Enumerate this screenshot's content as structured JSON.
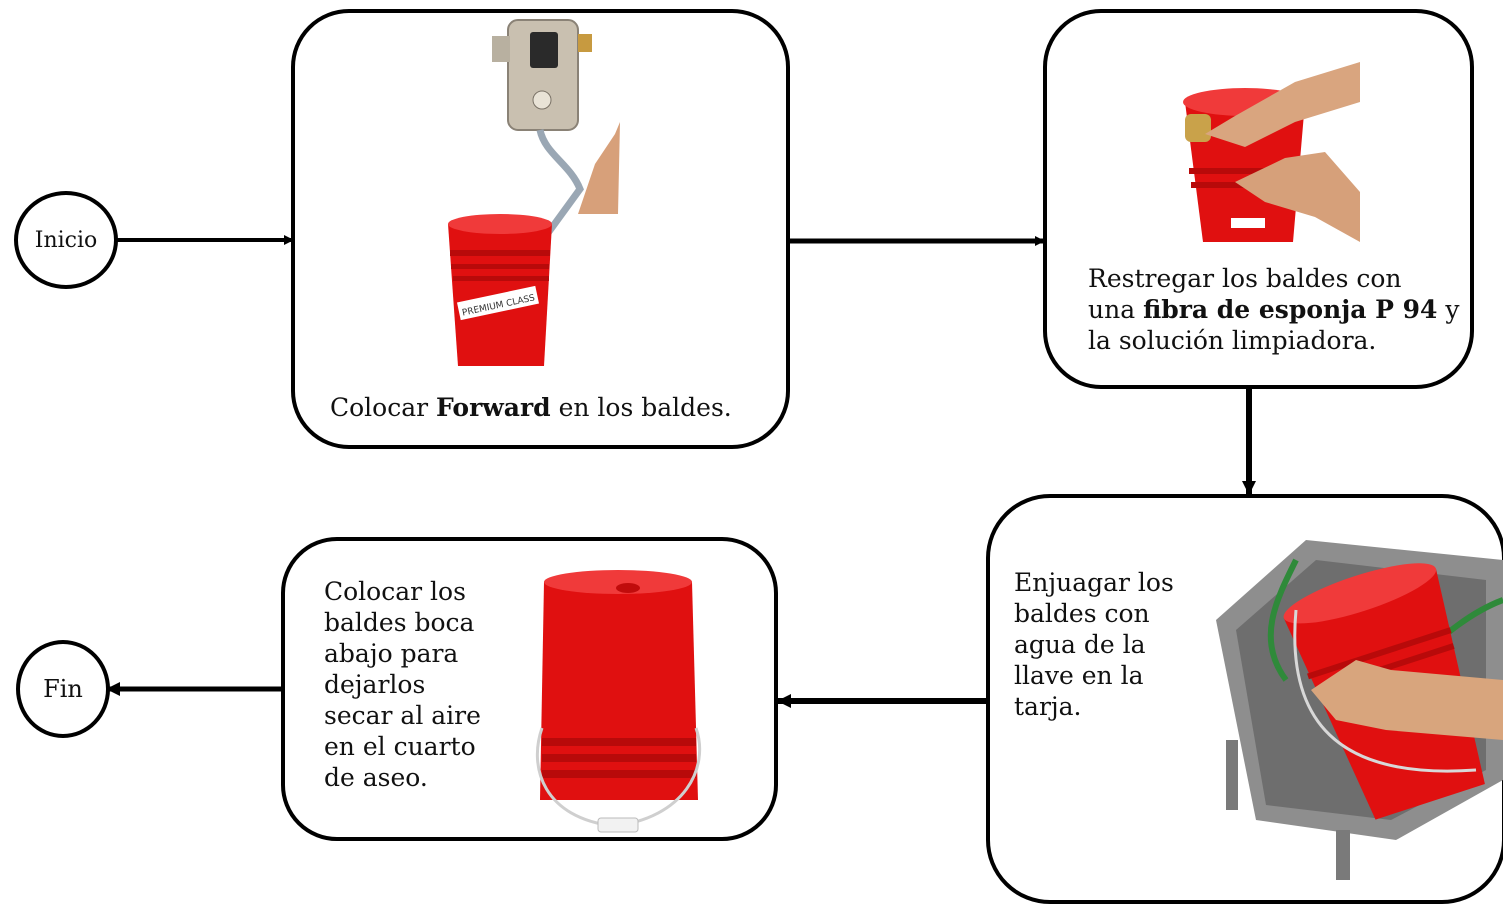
{
  "start": {
    "label": "Inicio"
  },
  "end": {
    "label": "Fin"
  },
  "step1": {
    "before": "Colocar ",
    "bold": "Forward",
    "after": " en  los baldes.",
    "label_on_bucket": "PREMIUM CLASS"
  },
  "step2": {
    "line1": "Restregar los baldes  con",
    "line2_pre": "una ",
    "line2_bold": "fibra de  esponja P 94",
    "line2_post": " y",
    "line3": "la  solución limpiadora."
  },
  "step3": {
    "lines": [
      "Enjuagar los",
      "baldes con",
      "agua de la",
      "llave en la",
      "tarja."
    ]
  },
  "step4": {
    "lines": [
      "Colocar los",
      "baldes boca",
      "abajo para",
      "dejarlos",
      "secar al  aire",
      "en el cuarto",
      "de aseo."
    ]
  },
  "colors": {
    "bucket_red": "#e01010",
    "line": "#000000"
  }
}
